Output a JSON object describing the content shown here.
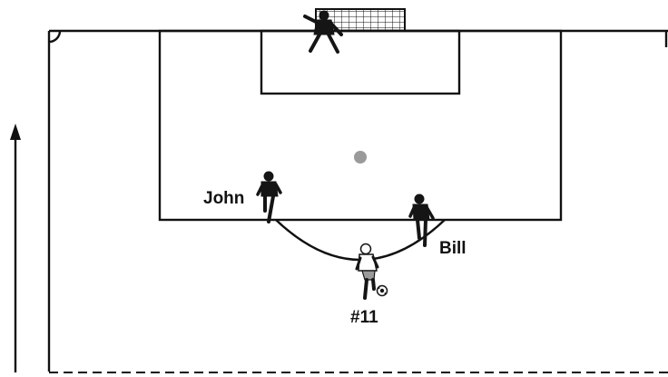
{
  "players": {
    "john": {
      "name": "John",
      "team": "defense"
    },
    "bill": {
      "name": "Bill",
      "team": "defense"
    },
    "attacker": {
      "number": "#11",
      "team": "attack",
      "has_ball": true
    },
    "goalkeeper": {
      "team": "defense"
    }
  },
  "markers": {
    "penalty_spot": {
      "color": "#9a9a9a"
    }
  },
  "annotations": {
    "direction_arrow": {
      "direction": "up"
    }
  },
  "colors": {
    "lines": "#111111",
    "dark_kit": "#151515",
    "light_kit": "#ffffff",
    "penalty_spot": "#9a9a9a"
  }
}
